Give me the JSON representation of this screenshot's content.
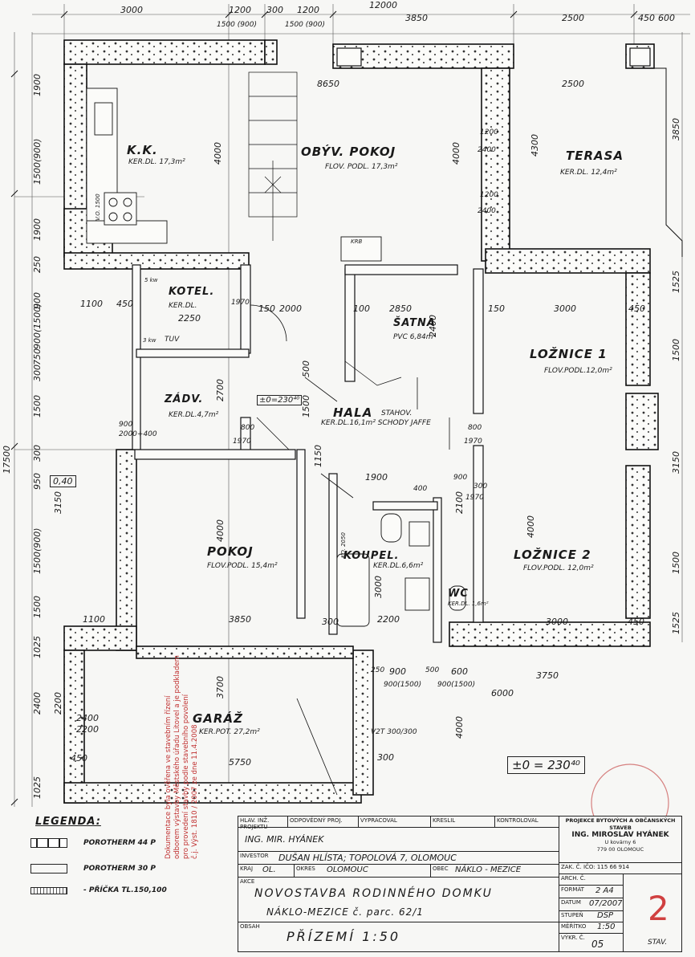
{
  "top_dims": [
    "3000",
    "1200",
    "300",
    "1200",
    "3850",
    "2500",
    "450",
    "600"
  ],
  "top_sub_dims": [
    "1500 (900)",
    "1500 (900)"
  ],
  "top_cut": "12000",
  "left_dims": [
    "1900",
    "1500(900)",
    "1900",
    "250",
    "900",
    "900(1500)",
    "750",
    "300",
    "1500",
    "300",
    "950",
    "3150",
    "1500(900)",
    "1500",
    "1025",
    "2400",
    "2200",
    "1025"
  ],
  "overall_dim": "17500",
  "right_dims": [
    "3850",
    "1525",
    "1500",
    "3150",
    "1500",
    "1525"
  ],
  "inner_dims": {
    "d8650": "8650",
    "d2500": "2500",
    "d4000a": "4000",
    "d4000b": "4000",
    "d4300": "4300",
    "d1200a": "1200",
    "d2400a": "2400",
    "d1200b": "1200",
    "d2400b": "2400",
    "d1100a": "1100",
    "d450a": "450",
    "d2250": "2250",
    "d2850": "2850",
    "d150a": "150",
    "d3000a": "3000",
    "d450b": "450",
    "d100": "100",
    "d150b": "150",
    "d2000": "2000",
    "d2400c": "2400",
    "d2700": "2700",
    "d500": "500",
    "d1500": "1500",
    "d1970a": "1970",
    "d1970b": "1970",
    "d1970c": "1970",
    "d1970d": "1970",
    "d800a": "800",
    "d800b": "800",
    "d900a": "900",
    "d2000b": "2000+400",
    "d1900": "1900",
    "d400": "400",
    "d900b": "900",
    "d300a": "300",
    "d2100": "2100",
    "d1150": "1150",
    "d4000c": "4000",
    "d4000d": "4000",
    "d3000b": "3000",
    "d1100b": "1100",
    "d3850": "3850",
    "d2200": "2200",
    "d3000c": "3000",
    "d450c": "450",
    "d250": "250",
    "d900c": "900",
    "d900d": "900(1500)",
    "d500b": "500",
    "d600": "600",
    "d900e": "900(1500)",
    "d3750": "3750",
    "d6000": "6000",
    "d2400d": "2400",
    "d2200b": "2200",
    "d5750": "5750",
    "d450d": "450",
    "d300b": "300",
    "d3700": "3700",
    "d4000e": "4000",
    "d300c": "300",
    "d300_300": "V2T 300/300",
    "d040": "0,40"
  },
  "rooms": {
    "kk": {
      "name": "K.K.",
      "sub": "KER.DL. 17,3m²"
    },
    "obyv": {
      "name": "OBÝV. POKOJ",
      "sub": "FLOV. PODL. 17,3m²"
    },
    "terasa": {
      "name": "TERASA",
      "sub": "KER.DL. 12,4m²"
    },
    "kotel": {
      "name": "KOTEL.",
      "sub": "KER.DL."
    },
    "zadv": {
      "name": "ZÁDV.",
      "sub": "KER.DL.4,7m²"
    },
    "satna": {
      "name": "ŠATNA",
      "sub": "PVC 6,84m²"
    },
    "loznice1": {
      "name": "LOŽNICE 1",
      "sub": "FLOV.PODL.12,0m²"
    },
    "hala": {
      "name": "HALA",
      "sub": "KER.DL.16,1m² SCHODY JAFFE",
      "sub2": "STAHOV."
    },
    "pokoj": {
      "name": "POKOJ",
      "sub": "FLOV.PODL. 15,4m²"
    },
    "koupel": {
      "name": "KOUPEL.",
      "sub": "KER.DL.6,6m²"
    },
    "wc": {
      "name": "WC",
      "sub": "KER.DL. 1,6m²"
    },
    "loznice2": {
      "name": "LOŽNICE 2",
      "sub": "FLOV.PODL. 12,0m²"
    },
    "garaz": {
      "name": "GARÁŽ",
      "sub": "KER.POT. 27,2m²"
    }
  },
  "level_mark": "±0=230⁴⁰",
  "level_mark_big": "±0 = 230⁴⁰",
  "small_labels": {
    "tuv": "TUV",
    "vo": "V.O. 1500",
    "krb": "KRB",
    "ko": "KO. 2050",
    "wc_pos": "5 kw",
    "kvp": "3 kw"
  },
  "legend": {
    "title": "LEGENDA:",
    "items": [
      {
        "label": "POROTHERM 44 P"
      },
      {
        "label": "POROTHERM 30 P"
      },
      {
        "label": "- PŘÍČKA TL.150,100"
      }
    ]
  },
  "stamp_text": [
    "Dokumentace byla ověřena ve stavebním řízení",
    "odborem výstavby Městského úřadu Litovel a je podkladem",
    "pro provedení stavby podle stavebního povolení",
    "č.j. Výst. 1810 / 2007   ze dne 11.4.2008"
  ],
  "title_block": {
    "hlav_inz_label": "HLAV. INŽ. PROJEKTU",
    "odp_label": "ODPOVĚDNÝ PROJ.",
    "vyprac_label": "VYPRACOVAL",
    "kreslil_label": "KRESLIL",
    "kontrol_label": "KONTROLOVAL",
    "odp_value": "ING. MIR. HYÁNEK",
    "investor_label": "INVESTOR",
    "investor_value": "DUŠAN HLÍSTA; TOPOLOVÁ 7, OLOMOUC",
    "kraj_label": "KRAJ",
    "kraj_value": "OL.",
    "okres_label": "OKRES",
    "okres_value": "OLOMOUC",
    "obec_label": "OBEC",
    "obec_value": "NÁKLO - MEZICE",
    "akce_label": "AKCE",
    "akce_value": "NOVOSTAVBA RODINNÉHO DOMKU",
    "akce_value2": "NÁKLO-MEZICE č. parc. 62/1",
    "obsah_label": "OBSAH",
    "obsah_value": "PŘÍZEMÍ 1:50",
    "company1": "PROJEKCE BYTOVÝCH A OBČANSKÝCH STAVEB",
    "company2": "ING. MIROSLAV HYÁNEK",
    "company3": "U kovárny 6",
    "company4": "779 00 OLOMOUC",
    "ico": "IČO: 115 66 914",
    "zak_label": "ZAK. Č.",
    "arch_label": "ARCH. Č.",
    "format_label": "FORMÁT",
    "format_value": "2 A4",
    "datum_label": "DATUM",
    "datum_value": "07/2007",
    "stupen_label": "STUPEŇ",
    "stupen_value": "DSP",
    "meritko_label": "MĚŘÍTKO",
    "meritko_value": "1:50",
    "vykr_label": "VÝKR. Č.",
    "vykr_value": "05",
    "stav": "STAV.",
    "red_mark": "2"
  }
}
